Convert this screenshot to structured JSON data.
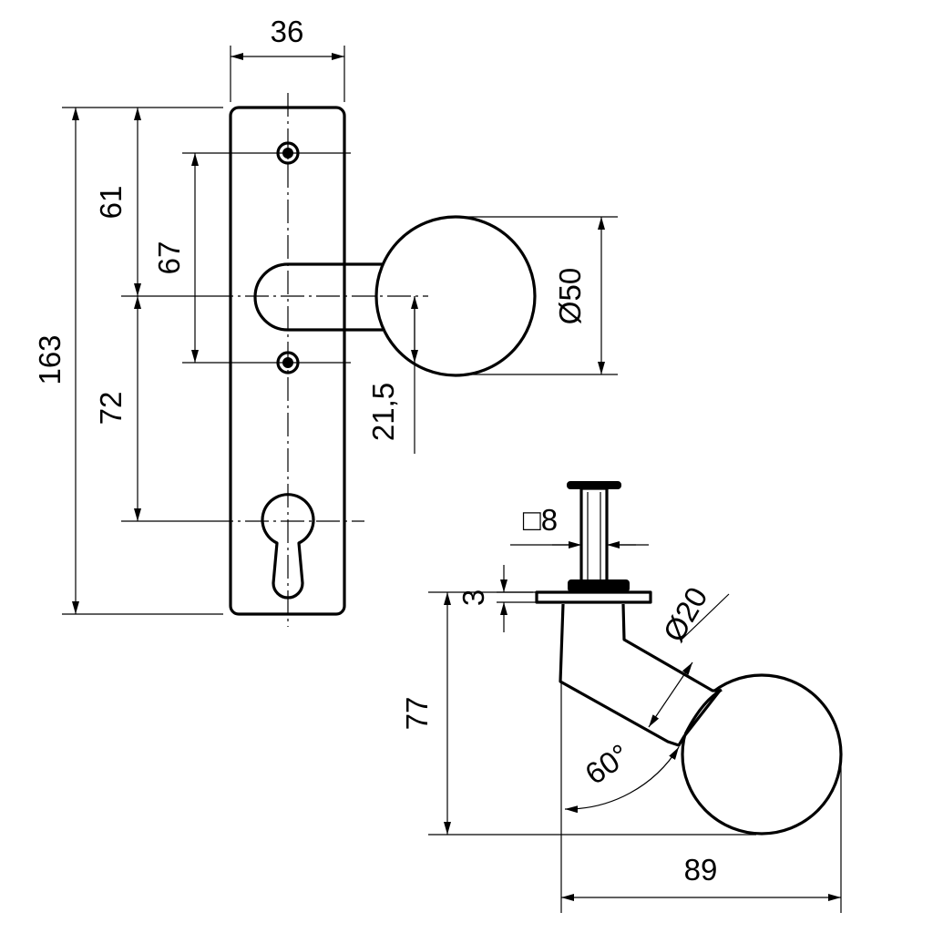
{
  "drawing": {
    "front_view": {
      "dimensions": {
        "plate_width": "36",
        "overall_height": "163",
        "top_to_center": "61",
        "center_to_cylinder": "72",
        "screw_spacing": "67",
        "knob_offset": "21,5",
        "knob_diameter": "Ø50"
      }
    },
    "side_view": {
      "dimensions": {
        "spindle_square": "□8",
        "rose_thickness": "3",
        "neck_diameter": "Ø20",
        "height": "77",
        "angle": "60°",
        "projection": "89"
      }
    }
  }
}
